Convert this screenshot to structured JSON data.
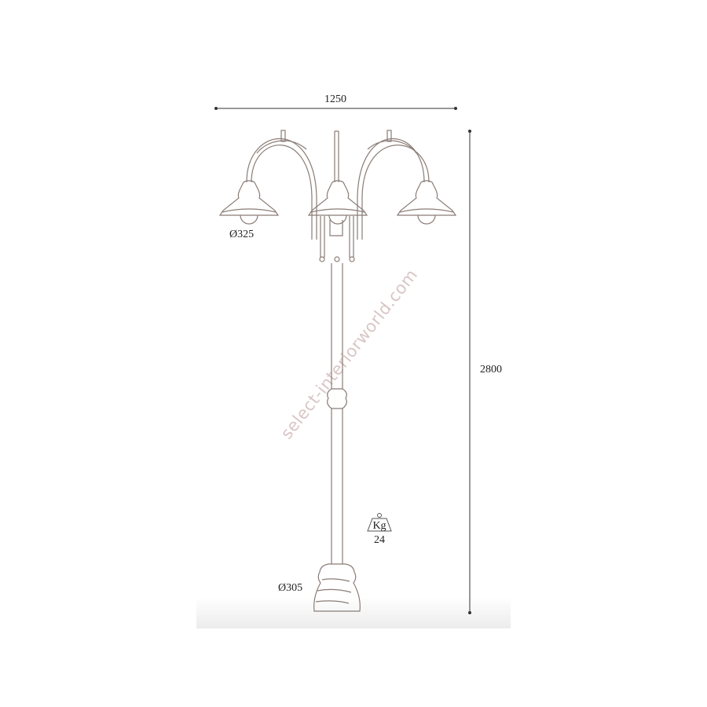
{
  "dimensions": {
    "width": "1250",
    "height": "2800",
    "shade_diameter": "Ø325",
    "base_diameter": "Ø305"
  },
  "weight": {
    "unit": "Kg",
    "value": "24"
  },
  "watermark": "select-interiorworld.com",
  "colors": {
    "line": "#8a7c76",
    "text": "#222222",
    "watermark": "#d9c6c6"
  }
}
